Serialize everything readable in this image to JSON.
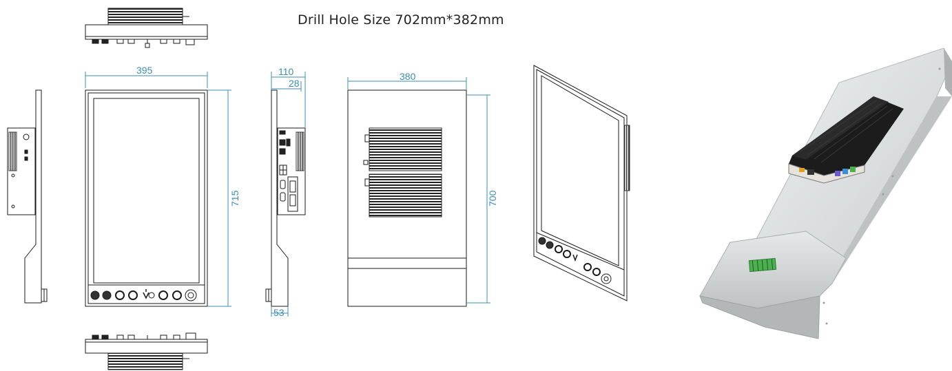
{
  "title": "Drill Hole Size 702mm*382mm",
  "dimensions": {
    "front_width": "395",
    "front_height": "715",
    "side_depth_total": "110",
    "side_depth_panel": "28",
    "side_bottom": "53",
    "rear_width": "380",
    "rear_height": "700"
  },
  "colors": {
    "line": "#1a1a1a",
    "dimension": "#3b8fb0",
    "panel_grey": "#d9dbdc",
    "box_black": "#1c1c1c",
    "terminal_green": "#4caf50"
  }
}
